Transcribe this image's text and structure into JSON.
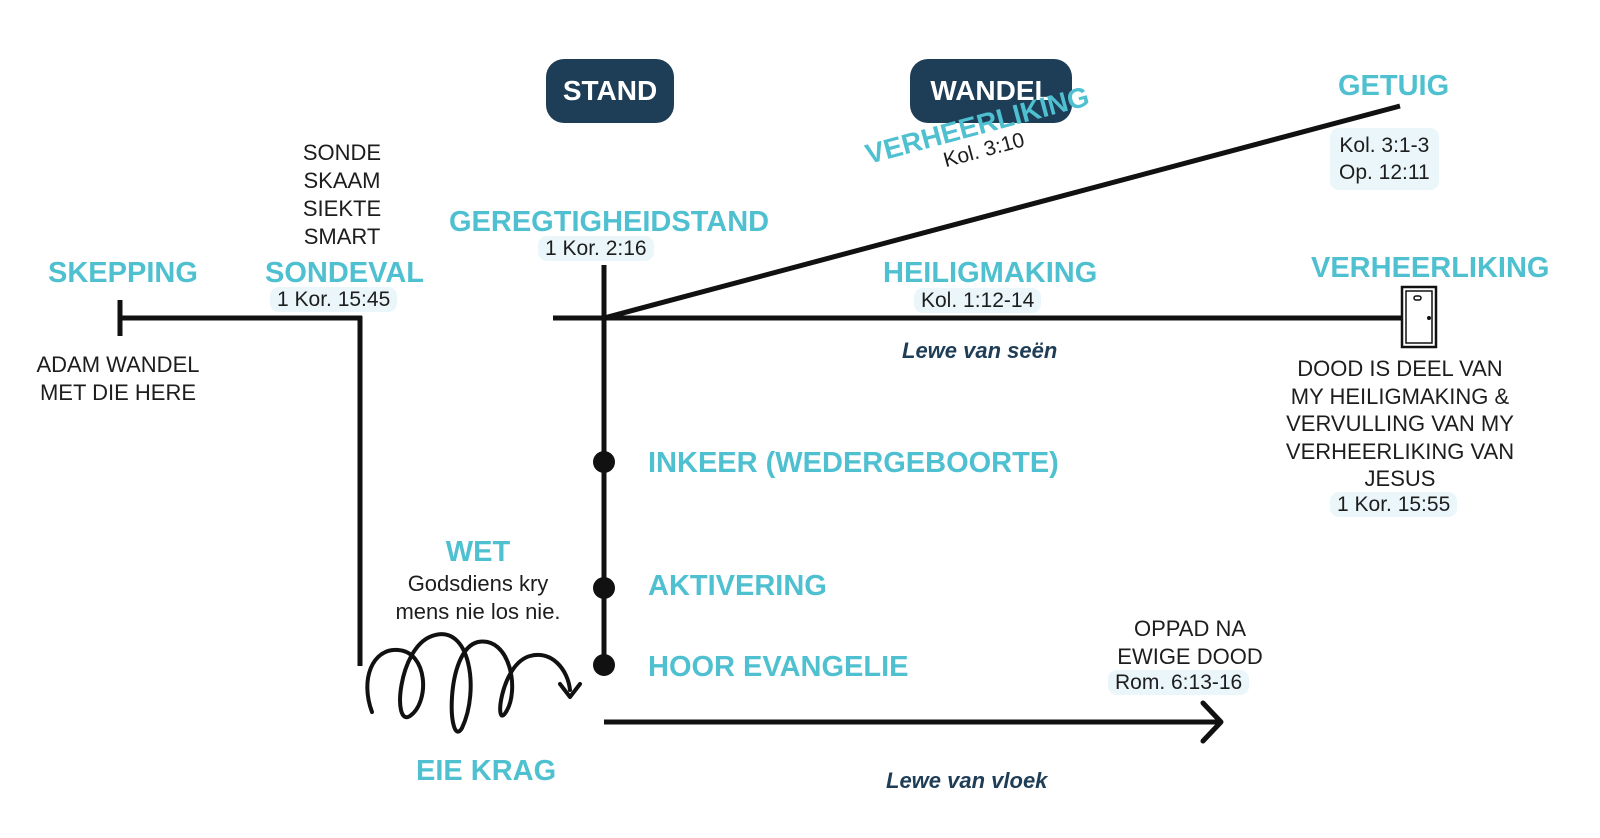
{
  "headers": {
    "stand": "STAND",
    "wandel": "WANDEL"
  },
  "skepping": {
    "title": "SKEPPING",
    "note_1": "ADAM WANDEL",
    "note_2": "MET DIE HERE"
  },
  "sondeval": {
    "effects": [
      "SONDE",
      "SKAAM",
      "SIEKTE",
      "SMART"
    ],
    "title": "SONDEVAL",
    "ref": "1 Kor. 15:45"
  },
  "geregtigheid": {
    "title": "GEREGTIGHEIDSTAND",
    "ref": "1 Kor. 2:16"
  },
  "verheerliking_rising": {
    "title": "VERHEERLIKING",
    "ref": "Kol. 3:10"
  },
  "getuig": {
    "title": "GETUIG",
    "ref_1": "Kol. 3:1-3",
    "ref_2": "Op. 12:11"
  },
  "heiligmaking": {
    "title": "HEILIGMAKING",
    "ref": "Kol. 1:12-14",
    "caption": "Lewe van seën"
  },
  "verheerliking_end": {
    "title": "VERHEERLIKING",
    "door_icon": "door-icon",
    "notes": [
      "DOOD IS DEEL VAN",
      "MY HEILIGMAKING &",
      "VERVULLING VAN MY",
      "VERHEERLIKING VAN",
      "JESUS"
    ],
    "ref": "1 Kor. 15:55"
  },
  "steps": {
    "inkeer": "INKEER (WEDERGEBOORTE)",
    "aktivering": "AKTIVERING",
    "hoor": "HOOR EVANGELIE"
  },
  "wet": {
    "title": "WET",
    "note_1": "Godsdiens kry",
    "note_2": "mens nie los nie."
  },
  "eie_krag": {
    "title": "EIE KRAG",
    "loop_icon": "scribble-loop-icon"
  },
  "dood": {
    "note_1": "OPPAD NA",
    "note_2": "EWIGE DOOD",
    "ref": "Rom. 6:13-16",
    "caption": "Lewe van vloek"
  },
  "colors": {
    "accent": "#4fc0d0",
    "navy": "#1e3d57",
    "ink": "#111111"
  }
}
